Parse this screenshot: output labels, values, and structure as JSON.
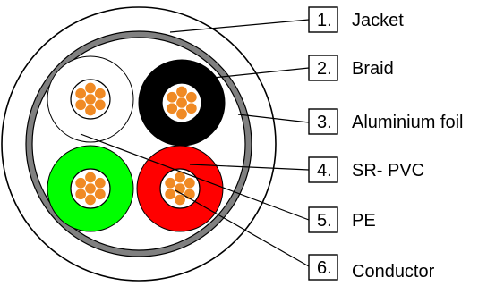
{
  "colors": {
    "outline": "#000000",
    "jacket_fill": "#ffffff",
    "braid": "#808080",
    "foil_fill": "#ffffff",
    "conductor": "#f08a24",
    "core_white": "#ffffff",
    "core_black": "#000000",
    "core_green": "#00ff00",
    "core_red": "#ff0000",
    "leader_line": "#000000"
  },
  "cores": [
    {
      "name": "white",
      "color_key": "core_white"
    },
    {
      "name": "black",
      "color_key": "core_black"
    },
    {
      "name": "green",
      "color_key": "core_green"
    },
    {
      "name": "red",
      "color_key": "core_red"
    }
  ],
  "labels": [
    {
      "number": "1.",
      "text": "Jacket"
    },
    {
      "number": "2.",
      "text": "Braid"
    },
    {
      "number": "3.",
      "text": "Aluminium foil"
    },
    {
      "number": "4.",
      "text": "SR- PVC"
    },
    {
      "number": "5.",
      "text": "PE"
    },
    {
      "number": "6.",
      "text": "Conductor"
    }
  ]
}
